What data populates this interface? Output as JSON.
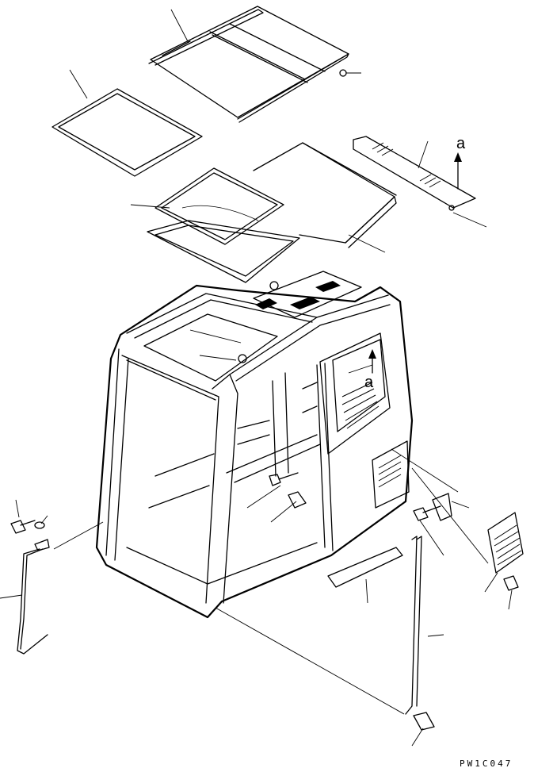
{
  "view_marker_top": "a",
  "view_marker_side": "a",
  "drawing_code": "PW1C047",
  "corner_mark": "_ _"
}
